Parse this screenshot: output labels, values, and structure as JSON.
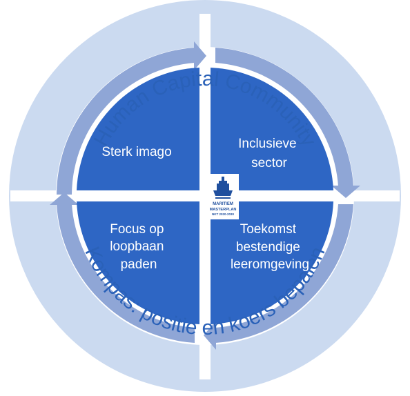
{
  "outer_ring": {
    "top_label": "Human Capital Community",
    "bottom_label": "Kompas: positie en koers bepalen"
  },
  "quadrants": {
    "top_left": {
      "lines": [
        "Sterk imago"
      ]
    },
    "top_right": {
      "lines": [
        "Inclusieve",
        "sector"
      ]
    },
    "bottom_left": {
      "lines": [
        "Focus op",
        "loopbaan",
        "paden"
      ]
    },
    "bottom_right": {
      "lines": [
        "Toekomst",
        "bestendige",
        "leeromgeving"
      ]
    }
  },
  "logo": {
    "line1": "MARITIEM",
    "line2": "MASTERPLAN",
    "line3": "NKT 2020-2030"
  },
  "colors": {
    "outer_ring": "#cbdaf0",
    "arrow_ring": "#8fa6d6",
    "quadrant": "#2e66c4",
    "ring_text": "#2a61b8",
    "logo": "#1f4f9e"
  }
}
